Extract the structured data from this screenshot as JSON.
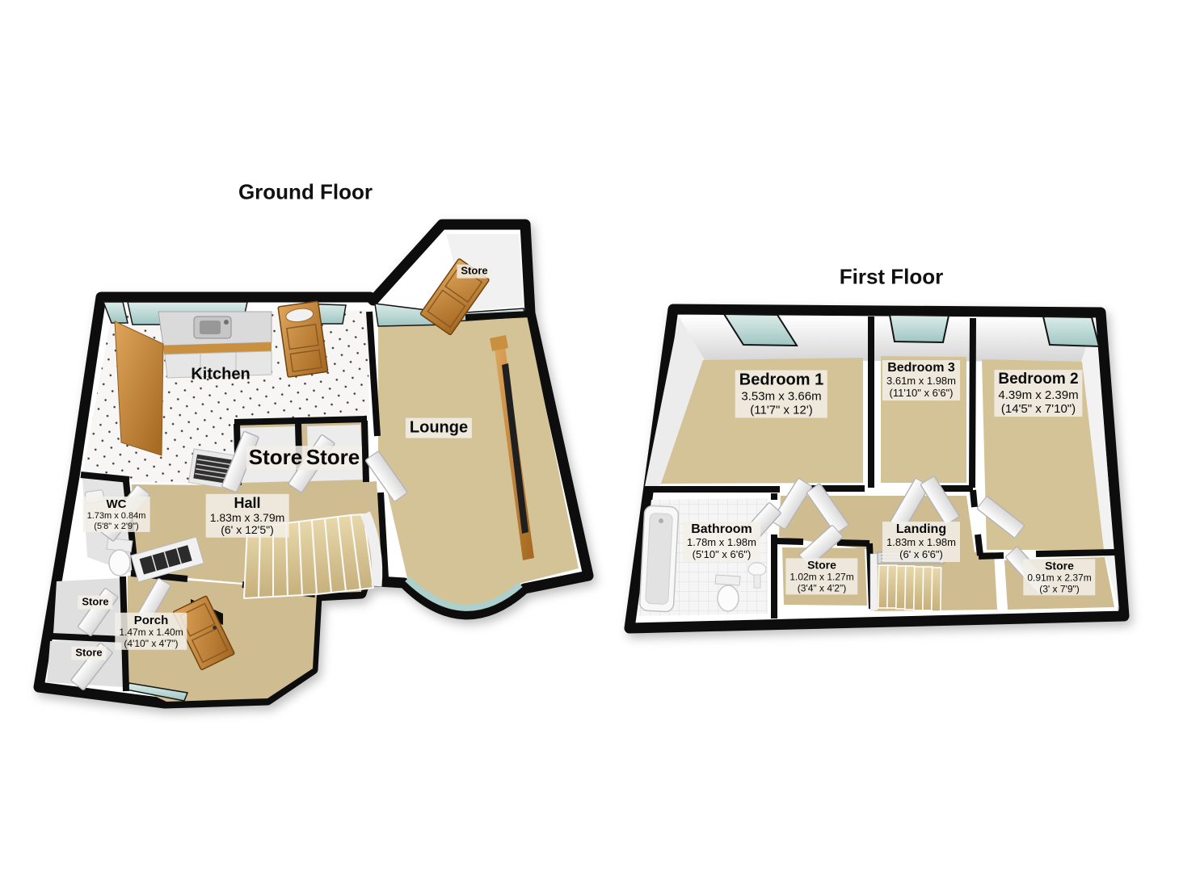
{
  "ground_floor": {
    "title": "Ground Floor",
    "rooms": [
      {
        "id": "store-top",
        "name": "Store"
      },
      {
        "id": "kitchen",
        "name": "Kitchen"
      },
      {
        "id": "lounge",
        "name": "Lounge"
      },
      {
        "id": "store-inner-left",
        "name": "Store"
      },
      {
        "id": "store-inner-right",
        "name": "Store"
      },
      {
        "id": "wc",
        "name": "WC",
        "metric": "1.73m x 0.84m",
        "imperial": "(5'8\" x 2'9\")"
      },
      {
        "id": "hall",
        "name": "Hall",
        "metric": "1.83m x 3.79m",
        "imperial": "(6' x 12'5\")"
      },
      {
        "id": "store-side",
        "name": "Store"
      },
      {
        "id": "porch",
        "name": "Porch",
        "metric": "1.47m x 1.40m",
        "imperial": "(4'10\" x 4'7\")"
      },
      {
        "id": "store-bottom",
        "name": "Store"
      }
    ]
  },
  "first_floor": {
    "title": "First Floor",
    "rooms": [
      {
        "id": "bedroom-1",
        "name": "Bedroom 1",
        "metric": "3.53m x 3.66m",
        "imperial": "(11'7\" x 12')"
      },
      {
        "id": "bedroom-3",
        "name": "Bedroom 3",
        "metric": "3.61m x 1.98m",
        "imperial": "(11'10\" x 6'6\")"
      },
      {
        "id": "bedroom-2",
        "name": "Bedroom 2",
        "metric": "4.39m x 2.39m",
        "imperial": "(14'5\" x 7'10\")"
      },
      {
        "id": "bathroom",
        "name": "Bathroom",
        "metric": "1.78m x 1.98m",
        "imperial": "(5'10\" x 6'6\")"
      },
      {
        "id": "store-small",
        "name": "Store",
        "metric": "1.02m x 1.27m",
        "imperial": "(3'4\" x 4'2\")"
      },
      {
        "id": "landing",
        "name": "Landing",
        "metric": "1.83m x 1.98m",
        "imperial": "(6' x 6'6\")"
      },
      {
        "id": "store-long",
        "name": "Store",
        "metric": "0.91m x 2.37m",
        "imperial": "(3' x 7'9\")"
      }
    ]
  },
  "colors": {
    "background": "#ffffff",
    "wall": "#0d0d0d",
    "wall_face": "#ffffff",
    "floor_carpet": "#d5c398",
    "floor_store": "#e0e0e0",
    "floor_closet": "#ececec",
    "glass": "#b7d6d2",
    "wood": "#c08a44",
    "label_bg": "#f0eee6",
    "text": "#0a0a0a"
  }
}
